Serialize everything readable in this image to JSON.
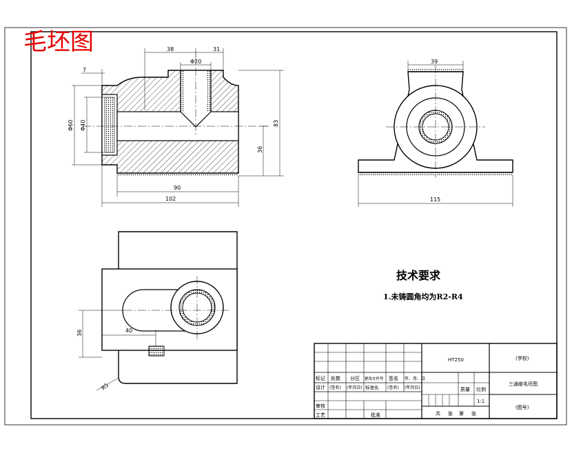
{
  "stamp": {
    "title": "毛坯图"
  },
  "dimensions": {
    "front_top_left": "38",
    "front_top_right": "31",
    "front_top_hole": "Φ20",
    "front_seven": "7",
    "front_dia_outer": "Φ60",
    "front_dia_inner": "Φ40",
    "front_height": "83",
    "front_half_height": "36",
    "front_length_inner": "90",
    "front_length_total": "102",
    "side_top": "39",
    "side_width": "115",
    "top_height": "36",
    "top_len": "40",
    "top_chamfer": "R5"
  },
  "requirements": {
    "heading": "技术要求",
    "item1": "1.未铸圆角均为R2-R4"
  },
  "title_block": {
    "material": "HT250",
    "school": "(学校)",
    "part_name": "三通座毛坯图",
    "drawing_no": "(图号)",
    "scale": "1:1",
    "labels": {
      "mark": "标记",
      "count": "处数",
      "zone": "分区",
      "change_doc": "更改文件号",
      "sign": "签名",
      "date": "年、月、日",
      "design": "设计",
      "sign_fill": "(签名)",
      "date_fill": "(年月日)",
      "standard": "标准化",
      "sign_fill2": "(签名)",
      "date_fill2": "(年月日)",
      "weight": "质量",
      "ratio": "比例",
      "review": "审核",
      "process": "工艺",
      "approve": "批准",
      "sheets_total": "共",
      "sheets_word": "张",
      "sheet_no": "第",
      "sheet_word": "张"
    }
  }
}
